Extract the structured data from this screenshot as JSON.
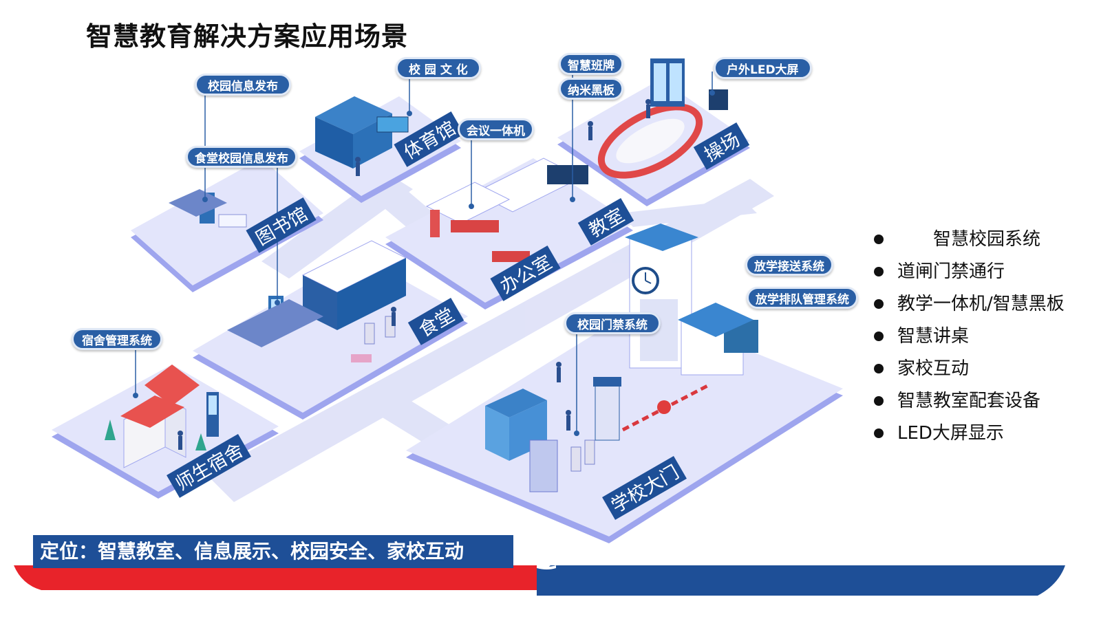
{
  "title": "智慧教育解决方案应用场景",
  "zones": {
    "library": "图书馆",
    "gym": "体育馆",
    "classroom": "教室",
    "playground": "操场",
    "office": "办公室",
    "canteen": "食堂",
    "dormitory": "师生宿舍",
    "gate": "学校大门"
  },
  "callouts": {
    "campus_info": "校园信息发布",
    "campus_culture": "校 园 文 化",
    "smart_board_sign": "智慧班牌",
    "nano_blackboard": "纳米黑板",
    "outdoor_led": "户外LED大屏",
    "canteen_info": "食堂校园信息发布",
    "meeting_machine": "会议一体机",
    "dorm_mgmt": "宿舍管理系统",
    "pickup_system": "放学接送系统",
    "queue_system": "放学排队管理系统",
    "gate_access": "校园门禁系统"
  },
  "bullets": [
    "智慧校园系统",
    "道闸门禁通行",
    "教学一体机/智慧黑板",
    "智慧讲桌",
    "家校互动",
    "智慧教室配套设备",
    "LED大屏显示"
  ],
  "positioning": "定位：智慧教室、信息展示、校园安全、家校互动",
  "colors": {
    "platform": "#e3e5fb",
    "platform_edge": "#9ea5ee",
    "road": "#dfe2f8",
    "label_blue": "#2a5fa5",
    "footer_red": "#e8232a",
    "footer_blue": "#1e4f97"
  }
}
